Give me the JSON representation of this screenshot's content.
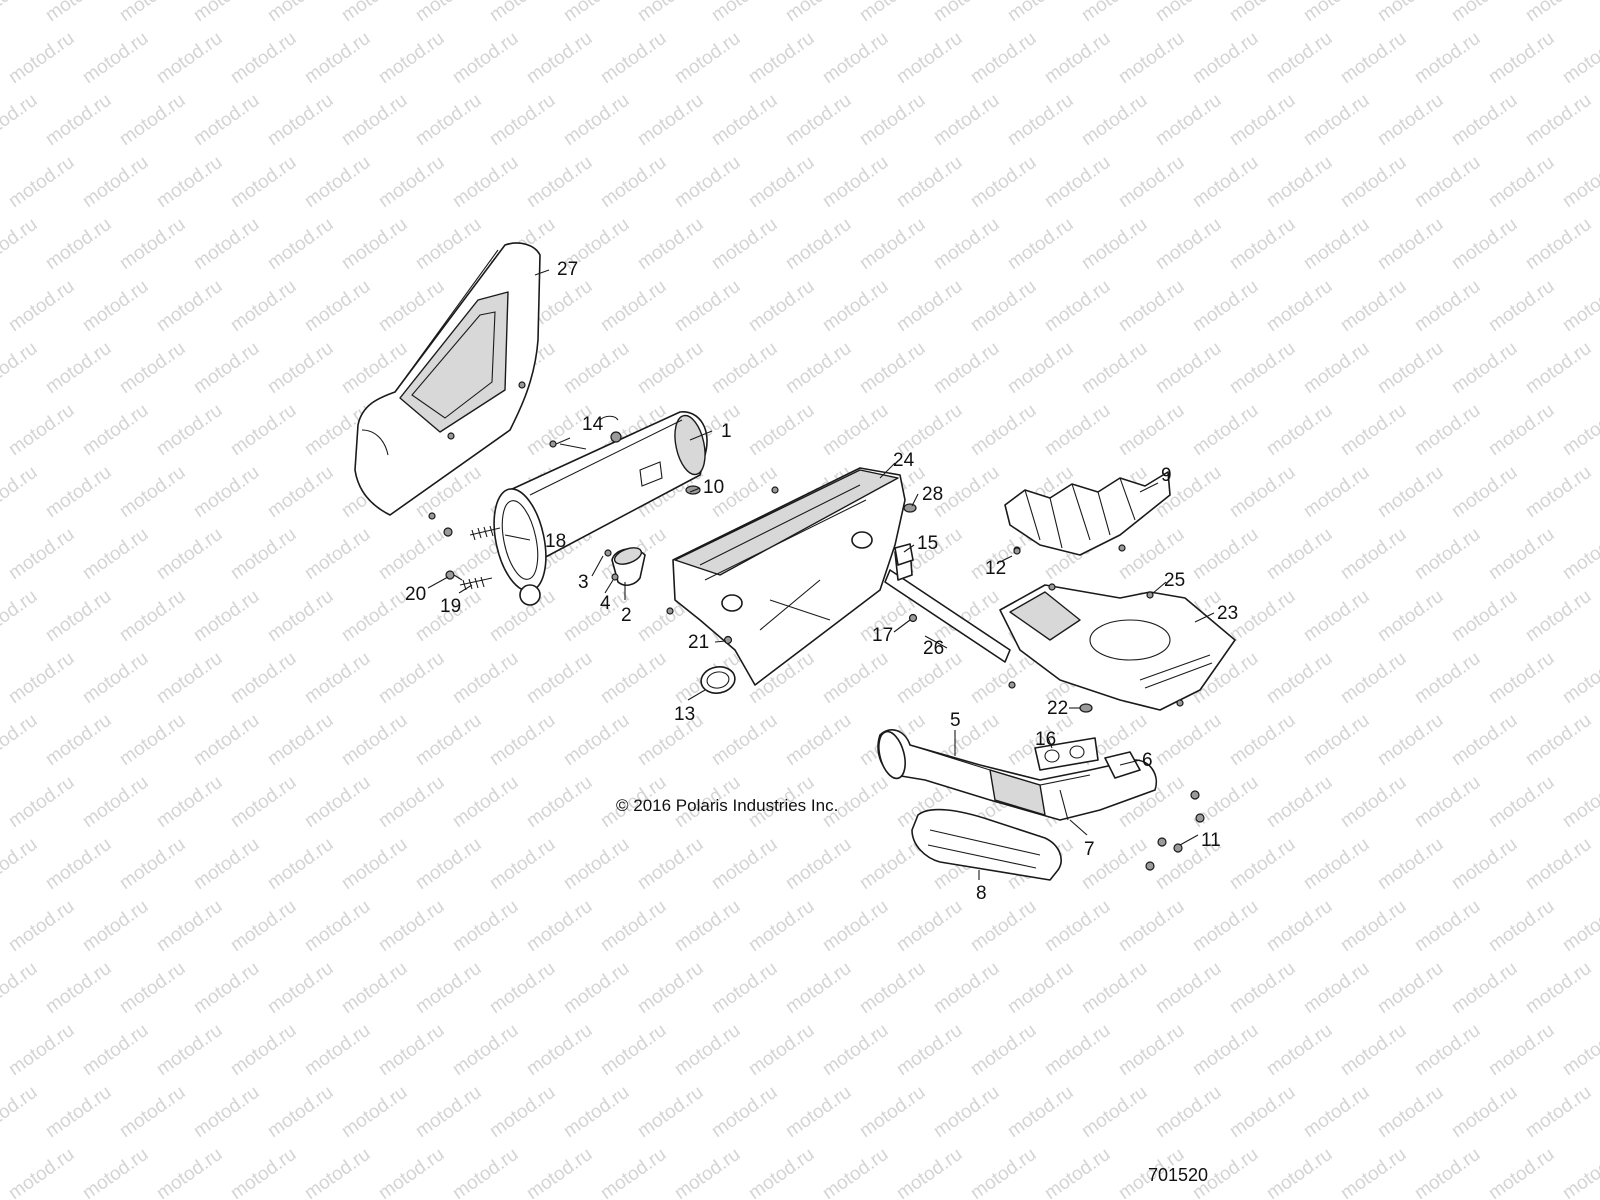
{
  "watermark": "motod.ru",
  "copyright": "© 2016 Polaris Industries Inc.",
  "diagram_number": "701520",
  "callouts": {
    "c1": "1",
    "c2": "2",
    "c3": "3",
    "c4": "4",
    "c5": "5",
    "c6": "6",
    "c7": "7",
    "c8": "8",
    "c9": "9",
    "c10": "10",
    "c11": "11",
    "c12": "12",
    "c13": "13",
    "c14": "14",
    "c15": "15",
    "c16": "16",
    "c17": "17",
    "c18": "18",
    "c19": "19",
    "c20": "20",
    "c21": "21",
    "c22": "22",
    "c23": "23",
    "c24": "24",
    "c25": "25",
    "c26": "26",
    "c27": "27",
    "c28": "28"
  }
}
